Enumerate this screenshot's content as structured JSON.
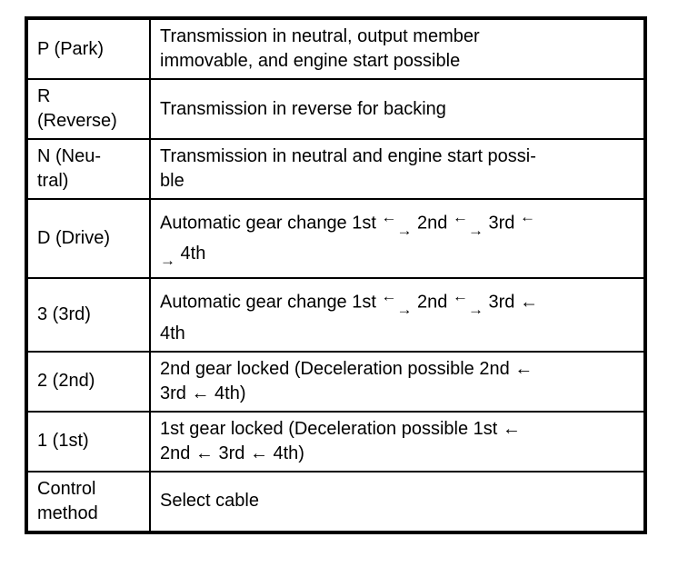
{
  "colors": {
    "border": "#000000",
    "text": "#000000",
    "background": "#ffffff"
  },
  "icons": {
    "left_arrow": "←",
    "right_arrow": "→"
  },
  "table": {
    "rows": [
      {
        "position": "P (Park)",
        "description": "Transmission in neutral, output member\nimmovable, and engine start possible"
      },
      {
        "position": "R\n(Reverse)",
        "description": "Transmission in reverse for backing"
      },
      {
        "position": "N (Neu-\ntral)",
        "description": "Transmission in neutral and engine start possi-\nble"
      },
      {
        "position": "D (Drive)",
        "description": "Automatic gear change 1st {LR} 2nd {LR} 3rd {L}\n{R} 4th"
      },
      {
        "position": "3 (3rd)",
        "description": "Automatic gear change 1st {LR} 2nd {LR} 3rd ←\n4th"
      },
      {
        "position": "2 (2nd)",
        "description": "2nd gear locked (Deceleration possible 2nd ←\n3rd ← 4th)"
      },
      {
        "position": "1 (1st)",
        "description": "1st gear locked (Deceleration possible 1st ←\n2nd ← 3rd ← 4th)"
      },
      {
        "position": "Control\nmethod",
        "description": "Select cable"
      }
    ]
  }
}
